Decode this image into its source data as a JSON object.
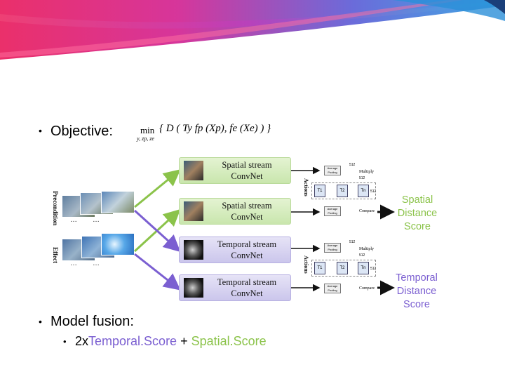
{
  "objective": {
    "bullet": "•",
    "label": "Objective:",
    "formula_prefix": "min",
    "formula_sub": "y, zp, ze",
    "formula_body": "{ D ( Ty fp (Xp), fe (Xe) ) }"
  },
  "inputs": {
    "precondition_label": "Precondition",
    "effect_label": "Effect",
    "ellipsis": "…"
  },
  "streams": [
    {
      "line1": "Spatial stream",
      "line2": "ConvNet",
      "kind": "spatial"
    },
    {
      "line1": "Spatial stream",
      "line2": "ConvNet",
      "kind": "spatial"
    },
    {
      "line1": "Temporal stream",
      "line2": "ConvNet",
      "kind": "temporal"
    },
    {
      "line1": "Temporal stream",
      "line2": "ConvNet",
      "kind": "temporal"
    }
  ],
  "modules": [
    {
      "actions_label": "Actions",
      "avg_pool": "Average Pooling",
      "multiply": "Multiply",
      "dims": [
        "512",
        "512",
        "512"
      ],
      "cells": [
        "T1",
        "T2",
        "Tn"
      ],
      "pred_pool": "Average Pooling",
      "compare": "Compare"
    },
    {
      "actions_label": "Actions",
      "avg_pool": "Average Pooling",
      "multiply": "Multiply",
      "dims": [
        "512",
        "512",
        "512"
      ],
      "cells": [
        "T1",
        "T2",
        "Tn"
      ],
      "pred_pool": "Average Pooling",
      "compare": "Compare"
    }
  ],
  "scores": {
    "spatial": {
      "line1": "Spatial",
      "line2": "Distance",
      "line3": "Score",
      "color": "#8bc34a"
    },
    "temporal": {
      "line1": "Temporal",
      "line2": "Distance",
      "line3": "Score",
      "color": "#7b5fd1"
    }
  },
  "fusion": {
    "bullet": "•",
    "label": "Model fusion:",
    "sub_bullet": "•",
    "factor": "2x",
    "temporal_term": "Temporal.Score",
    "plus": " + ",
    "spatial_term": "Spatial.Score"
  },
  "colors": {
    "green_arrow": "#8bc34a",
    "purple_arrow": "#7b5fd1"
  }
}
